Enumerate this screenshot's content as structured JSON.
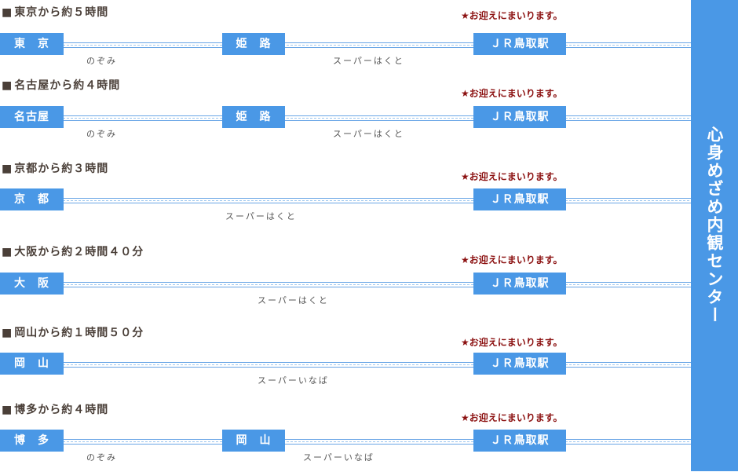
{
  "routes": [
    {
      "heading": "東京から約５時間",
      "first": "東　京",
      "mid": "姫　路",
      "train1": "のぞみ",
      "train2": "スーパーはくと",
      "welcome": "★お迎えにまいります。",
      "dest": "ＪＲ鳥取駅"
    },
    {
      "heading": "名古屋から約４時間",
      "first": "名古屋",
      "mid": "姫　路",
      "train1": "のぞみ",
      "train2": "スーパーはくと",
      "welcome": "★お迎えにまいります。",
      "dest": "ＪＲ鳥取駅"
    },
    {
      "heading": "京都から約３時間",
      "first": "京　都",
      "train1": "スーパーはくと",
      "welcome": "★お迎えにまいります。",
      "dest": "ＪＲ鳥取駅"
    },
    {
      "heading": "大阪から約２時間４０分",
      "first": "大　阪",
      "train1": "スーパーはくと",
      "welcome": "★お迎えにまいります。",
      "dest": "ＪＲ鳥取駅"
    },
    {
      "heading": "岡山から約１時間５０分",
      "first": "岡　山",
      "train1": "スーパーいなば",
      "welcome": "★お迎えにまいります。",
      "dest": "ＪＲ鳥取駅"
    },
    {
      "heading": "博多から約４時間",
      "first": "博　多",
      "mid": "岡　山",
      "train1": "のぞみ",
      "train2": "スーパーいなば",
      "welcome": "★お迎えにまいります。",
      "dest": "ＪＲ鳥取駅"
    }
  ],
  "sidebar": {
    "title": "心身めざめ内観センター"
  },
  "colors": {
    "accent": "#4a98e6",
    "welcome": "#8b1010",
    "heading": "#4a3f38"
  },
  "heading_marker": "■"
}
